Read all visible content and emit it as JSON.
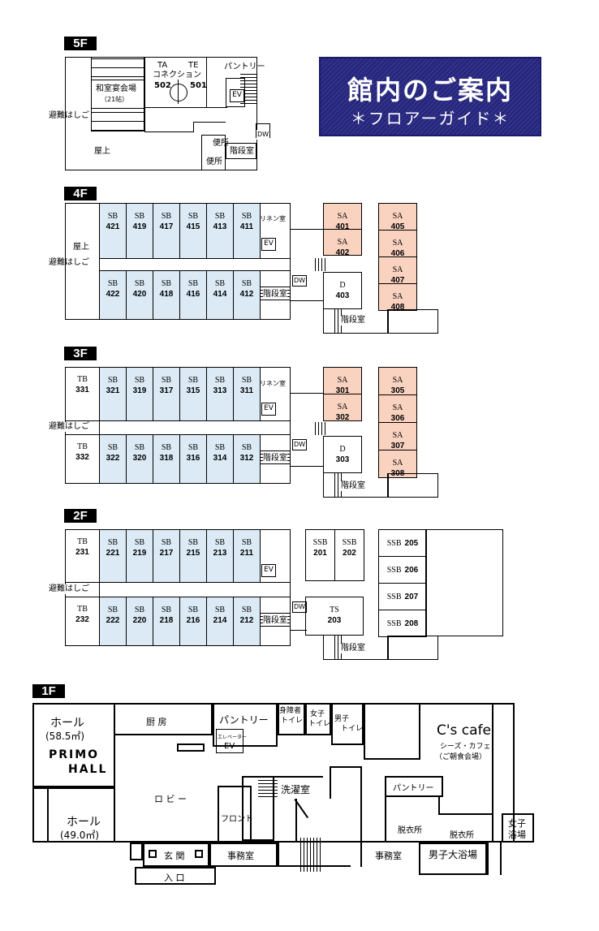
{
  "title": {
    "main": "館内のご案内",
    "sub": "＊フロアーガイド＊"
  },
  "floors": {
    "f5": {
      "label": "5F",
      "ta": "TA",
      "te": "TE",
      "connection": "コネクション",
      "r502": "502",
      "r501": "501",
      "pantry": "パントリー",
      "wa_hall": "和室宴会場",
      "wa_size": "（21帖）",
      "ev": "EV",
      "dw": "DW",
      "escape": "避難はしご",
      "roof": "屋上",
      "toilet1": "便所",
      "toilet2": "便所",
      "stairs": "階段室"
    },
    "f4": {
      "label": "4F",
      "roof": "屋上",
      "escape": "避難はしご",
      "linen": "リネン室",
      "ev": "EV",
      "dw": "DW",
      "stairs": "階段室",
      "stairs2": "階段室",
      "top": [
        {
          "t": "SB",
          "n": "421"
        },
        {
          "t": "SB",
          "n": "419"
        },
        {
          "t": "SB",
          "n": "417"
        },
        {
          "t": "SB",
          "n": "415"
        },
        {
          "t": "SB",
          "n": "413"
        },
        {
          "t": "SB",
          "n": "411"
        }
      ],
      "bottom": [
        {
          "t": "SB",
          "n": "422"
        },
        {
          "t": "SB",
          "n": "420"
        },
        {
          "t": "SB",
          "n": "418"
        },
        {
          "t": "SB",
          "n": "416"
        },
        {
          "t": "SB",
          "n": "414"
        },
        {
          "t": "SB",
          "n": "412"
        }
      ],
      "sa_left": [
        {
          "t": "SA",
          "n": "401"
        },
        {
          "t": "SA",
          "n": "402"
        }
      ],
      "sa_right": [
        {
          "t": "SA",
          "n": "405"
        },
        {
          "t": "SA",
          "n": "406"
        },
        {
          "t": "SA",
          "n": "407"
        },
        {
          "t": "SA",
          "n": "408"
        }
      ],
      "d": {
        "t": "D",
        "n": "403"
      }
    },
    "f3": {
      "label": "3F",
      "escape": "避難はしご",
      "linen": "リネン室",
      "ev": "EV",
      "dw": "DW",
      "stairs": "階段室",
      "stairs2": "階段室",
      "tb_top": {
        "t": "TB",
        "n": "331"
      },
      "tb_bottom": {
        "t": "TB",
        "n": "332"
      },
      "top": [
        {
          "t": "SB",
          "n": "321"
        },
        {
          "t": "SB",
          "n": "319"
        },
        {
          "t": "SB",
          "n": "317"
        },
        {
          "t": "SB",
          "n": "315"
        },
        {
          "t": "SB",
          "n": "313"
        },
        {
          "t": "SB",
          "n": "311"
        }
      ],
      "bottom": [
        {
          "t": "SB",
          "n": "322"
        },
        {
          "t": "SB",
          "n": "320"
        },
        {
          "t": "SB",
          "n": "318"
        },
        {
          "t": "SB",
          "n": "316"
        },
        {
          "t": "SB",
          "n": "314"
        },
        {
          "t": "SB",
          "n": "312"
        }
      ],
      "sa_left": [
        {
          "t": "SA",
          "n": "301"
        },
        {
          "t": "SA",
          "n": "302"
        }
      ],
      "sa_right": [
        {
          "t": "SA",
          "n": "305"
        },
        {
          "t": "SA",
          "n": "306"
        },
        {
          "t": "SA",
          "n": "307"
        },
        {
          "t": "SA",
          "n": "308"
        }
      ],
      "d": {
        "t": "D",
        "n": "303"
      }
    },
    "f2": {
      "label": "2F",
      "escape": "避難はしご",
      "ev": "EV",
      "dw": "DW",
      "stairs": "階段室",
      "stairs2": "階段室",
      "tb_top": {
        "t": "TB",
        "n": "231"
      },
      "tb_bottom": {
        "t": "TB",
        "n": "232"
      },
      "top": [
        {
          "t": "SB",
          "n": "221"
        },
        {
          "t": "SB",
          "n": "219"
        },
        {
          "t": "SB",
          "n": "217"
        },
        {
          "t": "SB",
          "n": "215"
        },
        {
          "t": "SB",
          "n": "213"
        },
        {
          "t": "SB",
          "n": "211"
        }
      ],
      "bottom": [
        {
          "t": "SB",
          "n": "222"
        },
        {
          "t": "SB",
          "n": "220"
        },
        {
          "t": "SB",
          "n": "218"
        },
        {
          "t": "SB",
          "n": "216"
        },
        {
          "t": "SB",
          "n": "214"
        },
        {
          "t": "SB",
          "n": "212"
        }
      ],
      "ssb_left": [
        {
          "t": "SSB",
          "n": "201"
        },
        {
          "t": "SSB",
          "n": "202"
        }
      ],
      "ssb_right": [
        {
          "t": "SSB",
          "n": "205"
        },
        {
          "t": "SSB",
          "n": "206"
        },
        {
          "t": "SSB",
          "n": "207"
        },
        {
          "t": "SSB",
          "n": "208"
        }
      ],
      "ts": {
        "t": "TS",
        "n": "203"
      }
    },
    "f1": {
      "label": "1F",
      "hall1": "ホール",
      "hall1_size": "(58.5㎡)",
      "primo1": "PRIMO",
      "primo2": "HALL",
      "kitchen": "厨 房",
      "pantry": "パントリー",
      "elevator_small": "エレベーター",
      "ev": "EV",
      "accessible1": "身障者",
      "accessible2": "トイレ",
      "womens_wc1": "女子",
      "womens_wc2": "トイレ",
      "mens_wc1": "男子",
      "mens_wc2": "トイレ",
      "cafe": "C's cafe",
      "cafe_kana": "シーズ・カフェ",
      "cafe_note": "（ご朝食会場）",
      "lobby": "ロ ビ ー",
      "laundry": "洗濯室",
      "front": "フロント",
      "hall2": "ホール",
      "hall2_size": "(49.0㎡)",
      "pantry2": "パントリー",
      "dressing1": "脱衣所",
      "dressing2": "脱衣所",
      "womens_bath1": "女子",
      "womens_bath2": "浴場",
      "entrance_hall": "玄 関",
      "office1": "事務室",
      "office2": "事務室",
      "mens_bath": "男子大浴場",
      "entrance": "入 口"
    }
  }
}
